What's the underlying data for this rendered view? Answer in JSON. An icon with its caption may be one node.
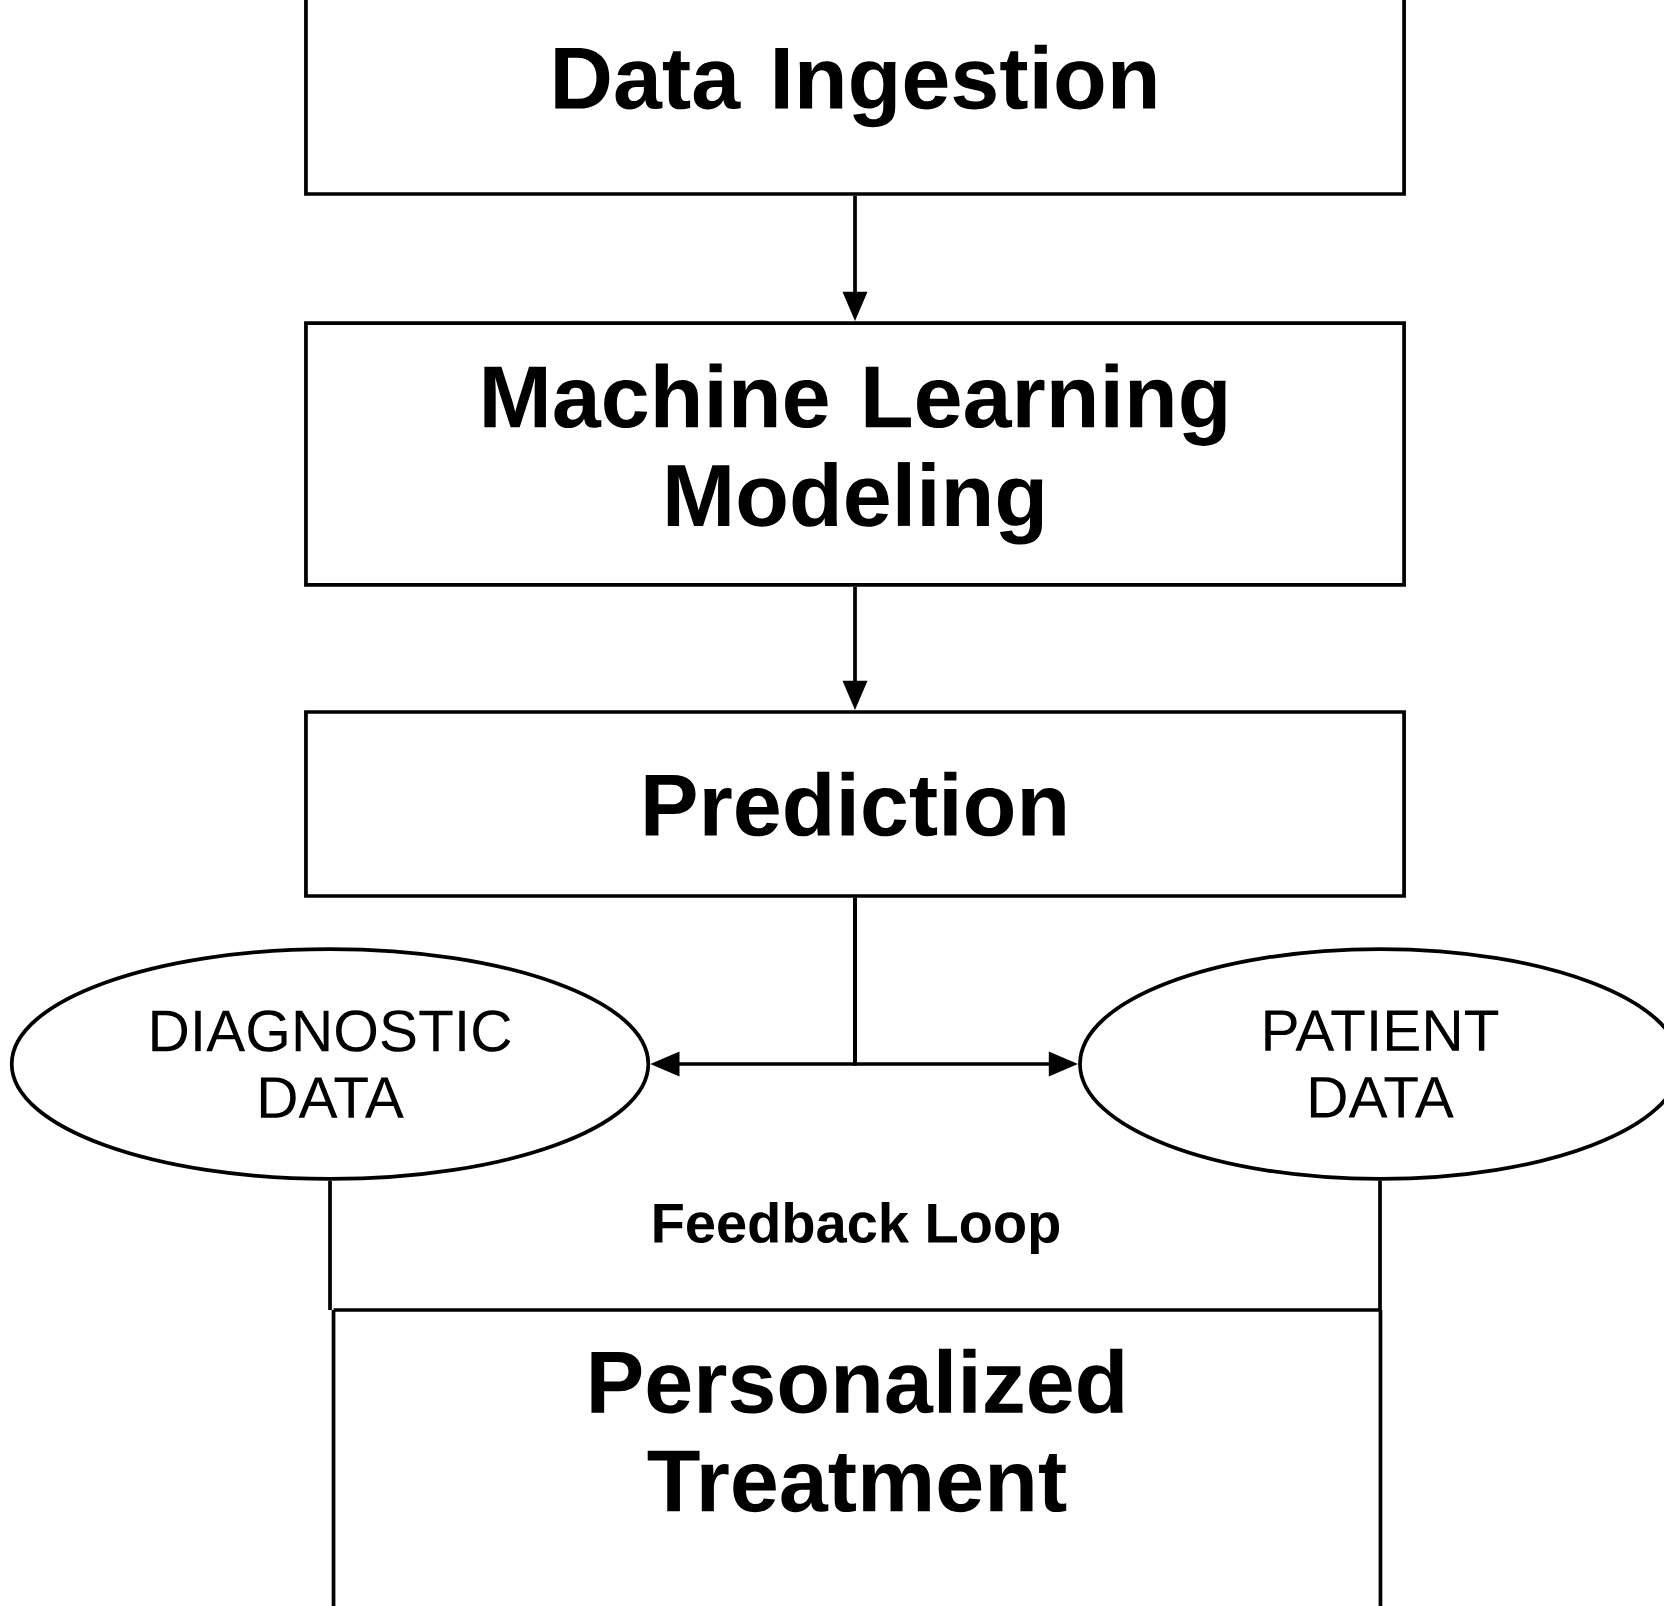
{
  "diagram": {
    "nodes": [
      {
        "text": [
          "Data Ingestion"
        ]
      },
      {
        "text": [
          "Machine Learning Modeling"
        ]
      },
      {
        "text": [
          "Prediction"
        ]
      },
      {
        "text": [
          "DIAGNOSTIC DATA"
        ]
      },
      {
        "text": [
          "PATIENT DATA"
        ]
      },
      {
        "text": [
          "Personalized Treatment"
        ]
      }
    ],
    "edges": [
      {
        "from": 0,
        "to": 1,
        "arrow": "to"
      },
      {
        "from": 1,
        "to": 2,
        "arrow": "to"
      },
      {
        "from": 2,
        "to": 3,
        "arrow": "to"
      },
      {
        "from": 2,
        "to": 4,
        "arrow": "to"
      },
      {
        "from": 3,
        "to": 5,
        "arrow": "none"
      },
      {
        "from": 4,
        "to": 5,
        "arrow": "none"
      }
    ],
    "labels": [
      "Feedback Loop"
    ]
  }
}
